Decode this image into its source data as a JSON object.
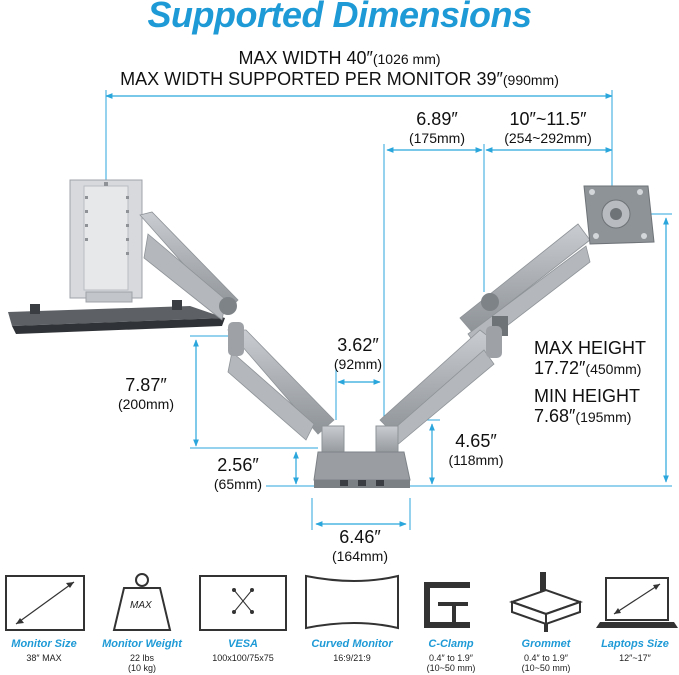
{
  "title": "Supported Dimensions",
  "top_dims": {
    "max_width_label": "MAX WIDTH 40″",
    "max_width_mm": "(1026 mm)",
    "max_width_per_monitor_label": "MAX WIDTH SUPPORTED PER MONITOR 39″",
    "max_width_per_monitor_mm": "(990mm)"
  },
  "dims": {
    "arm_reach": {
      "value": "6.89″",
      "mm": "(175mm)"
    },
    "bracket_reach": {
      "value": "10″~11.5″",
      "mm": "(254~292mm)"
    },
    "center_gap": {
      "value": "3.62″",
      "mm": "(92mm)"
    },
    "left_height": {
      "value": "7.87″",
      "mm": "(200mm)"
    },
    "base_height": {
      "value": "2.56″",
      "mm": "(65mm)"
    },
    "pole_height": {
      "value": "4.65″",
      "mm": "(118mm)"
    },
    "base_width": {
      "value": "6.46″",
      "mm": "(164mm)"
    },
    "max_height": {
      "label": "MAX HEIGHT",
      "value": "17.72″",
      "mm": "(450mm)"
    },
    "min_height": {
      "label": "MIN HEIGHT",
      "value": "7.68″",
      "mm": "(195mm)"
    }
  },
  "features": [
    {
      "name": "Monitor Size",
      "sub1": "38″ MAX",
      "sub2": "",
      "icon": "monitor-size-icon"
    },
    {
      "name": "Monitor Weight",
      "sub1": "22 lbs",
      "sub2": "(10 kg)",
      "icon": "weight-icon",
      "badge": "MAX"
    },
    {
      "name": "VESA",
      "sub1": "100x100/75x75",
      "sub2": "",
      "icon": "vesa-icon"
    },
    {
      "name": "Curved Monitor",
      "sub1": "16:9/21:9",
      "sub2": "",
      "icon": "curved-monitor-icon"
    },
    {
      "name": "C-Clamp",
      "sub1": "0.4″ to 1.9″",
      "sub2": "(10~50 mm)",
      "icon": "c-clamp-icon"
    },
    {
      "name": "Grommet",
      "sub1": "0.4″ to 1.9″",
      "sub2": "(10~50 mm)",
      "icon": "grommet-icon"
    },
    {
      "name": "Laptops Size",
      "sub1": "12″~17″",
      "sub2": "",
      "icon": "laptop-size-icon"
    }
  ],
  "colors": {
    "accent": "#1e9ad6",
    "line": "#2aa6dc",
    "arm": "#a9adb2",
    "text": "#111111"
  }
}
